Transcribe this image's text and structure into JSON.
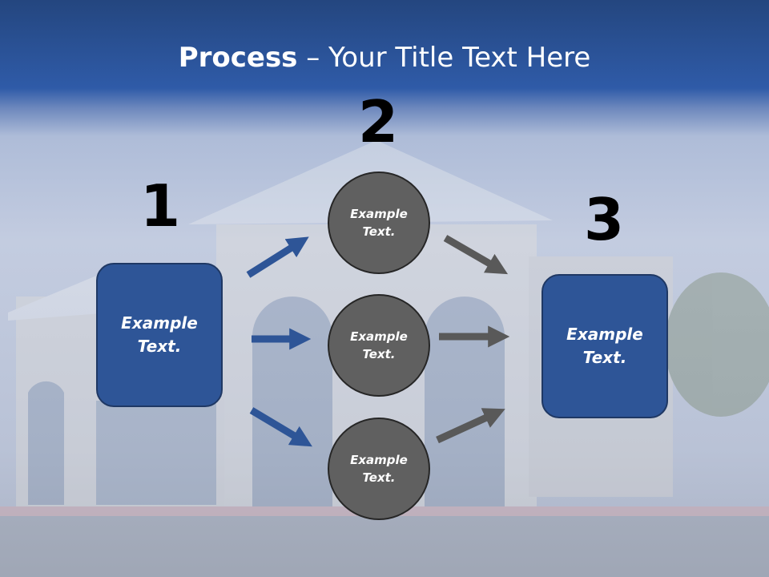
{
  "title": {
    "bold": "Process",
    "rest": " – Your Title Text Here"
  },
  "steps": {
    "one": "1",
    "two": "2",
    "three": "3"
  },
  "left_box": {
    "line1": "Example",
    "line2": "Text."
  },
  "right_box": {
    "line1": "Example",
    "line2": "Text."
  },
  "circles": [
    {
      "line1": "Example",
      "line2": "Text."
    },
    {
      "line1": "Example",
      "line2": "Text."
    },
    {
      "line1": "Example",
      "line2": "Text."
    }
  ],
  "colors": {
    "box": "#2e5597",
    "circle": "#606060",
    "blue_arrow": "#2e5597",
    "gray_arrow": "#595959"
  }
}
